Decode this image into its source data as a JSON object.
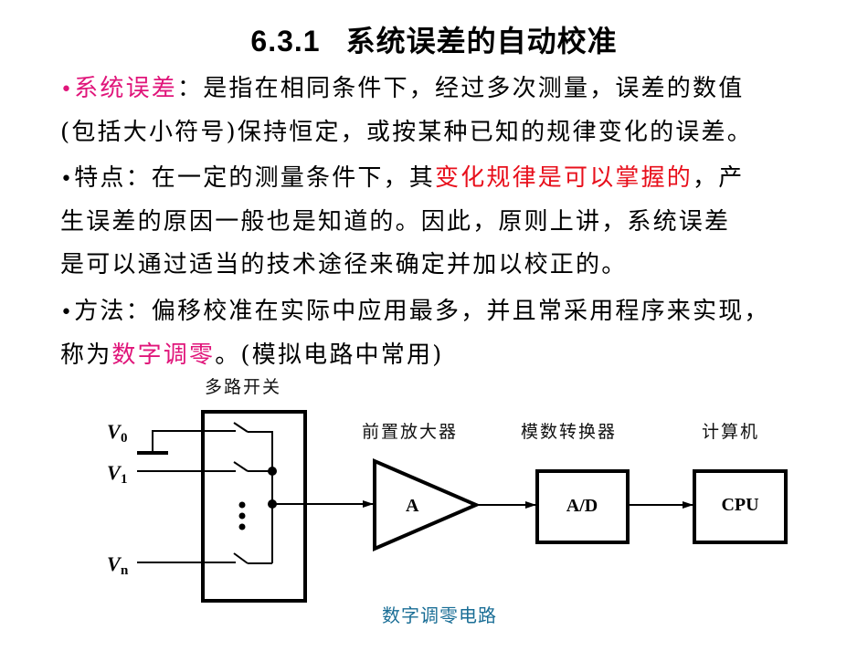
{
  "title": {
    "number": "6.3.1",
    "text": "系统误差的自动校准"
  },
  "paragraphs": {
    "definition": {
      "bullet": "•",
      "term": "系统误差",
      "line1_rest": "：是指在相同条件下，经过多次测量，误差的数值",
      "line2": "(包括大小符号)保持恒定，或按某种已知的规律变化的误差。"
    },
    "feature": {
      "bullet": "•",
      "lead": "特点：在一定的测量条件下，其",
      "highlight": "变化规律是可以掌握的",
      "line1_tail": "，产",
      "line2": "生误差的原因一般也是知道的。因此，原则上讲，系统误差",
      "line3": "是可以通过适当的技术途径来确定并加以校正的。"
    },
    "method": {
      "bullet": "•",
      "line1": "方法：偏移校准在实际中应用最多，并且常采用程序来实现，",
      "line2_lead": "称为",
      "highlight": "数字调零",
      "line2_tail": "。(模拟电路中常用)"
    }
  },
  "diagram": {
    "mux_label": "多路开关",
    "amp_label": "前置放大器",
    "adc_label": "模数转换器",
    "cpu_label": "计算机",
    "amp_symbol": "A",
    "adc_symbol": "A/D",
    "cpu_symbol": "CPU",
    "inputs": [
      {
        "base": "V",
        "sub": "0"
      },
      {
        "base": "V",
        "sub": "1"
      },
      {
        "base": "V",
        "sub": "n"
      }
    ],
    "caption": "数字调零电路"
  },
  "colors": {
    "term_pink": "#e0157a",
    "highlight_red": "#e8101c",
    "caption_blue": "#1a6e96"
  }
}
